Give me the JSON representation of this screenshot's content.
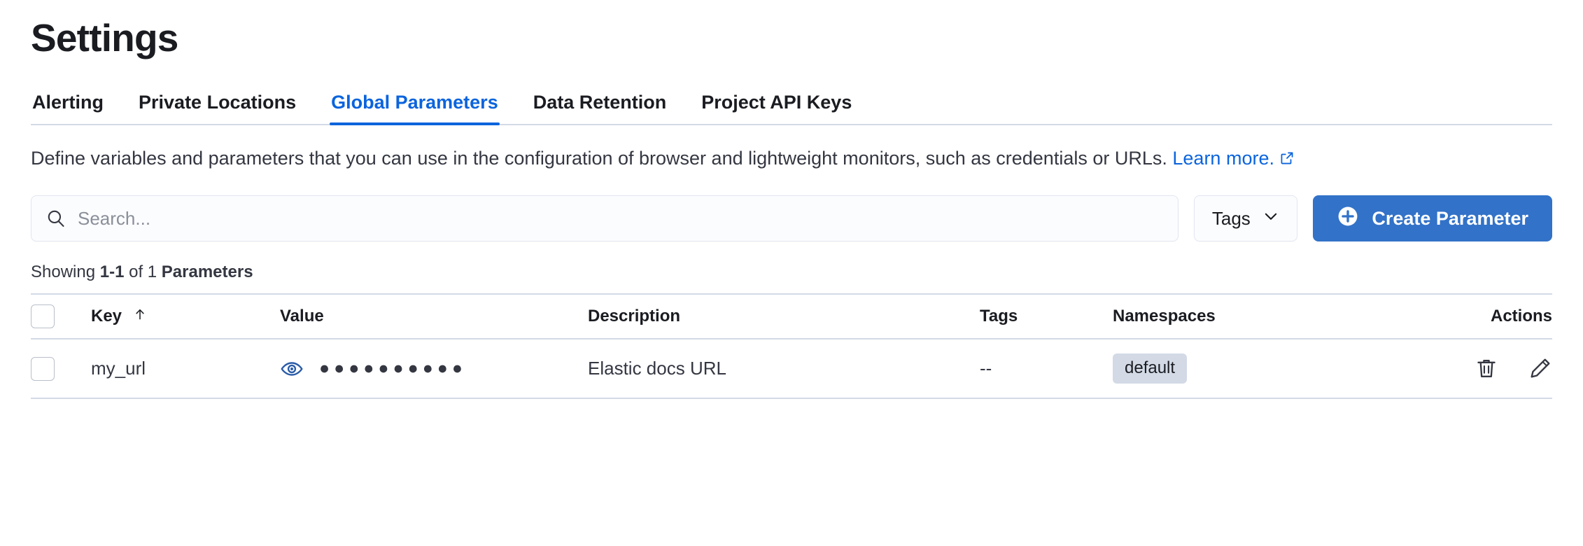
{
  "page": {
    "title": "Settings"
  },
  "tabs": [
    {
      "label": "Alerting",
      "active": false
    },
    {
      "label": "Private Locations",
      "active": false
    },
    {
      "label": "Global Parameters",
      "active": true
    },
    {
      "label": "Data Retention",
      "active": false
    },
    {
      "label": "Project API Keys",
      "active": false
    }
  ],
  "description": {
    "text": "Define variables and parameters that you can use in the configuration of browser and lightweight monitors, such as credentials or URLs.",
    "link_label": "Learn more.",
    "link_icon": "external-link-icon"
  },
  "controls": {
    "search_placeholder": "Search...",
    "search_value": "",
    "search_icon": "search-icon",
    "tags_label": "Tags",
    "tags_icon": "chevron-down-icon",
    "create_label": "Create Parameter",
    "create_icon": "plus-circle-icon"
  },
  "results": {
    "prefix": "Showing ",
    "range": "1-1",
    "middle": " of 1 ",
    "noun": "Parameters"
  },
  "table": {
    "columns": [
      {
        "key": "select",
        "label": ""
      },
      {
        "key": "key",
        "label": "Key",
        "sort": "asc",
        "sort_icon": "arrow-up-icon"
      },
      {
        "key": "value",
        "label": "Value"
      },
      {
        "key": "description",
        "label": "Description"
      },
      {
        "key": "tags",
        "label": "Tags"
      },
      {
        "key": "namespaces",
        "label": "Namespaces"
      },
      {
        "key": "actions",
        "label": "Actions"
      }
    ],
    "rows": [
      {
        "key": "my_url",
        "value_masked": "●●●●●●●●●●",
        "value_toggle_icon": "eye-icon",
        "description": "Elastic docs URL",
        "tags": "--",
        "namespace": "default",
        "actions": [
          "trash-icon",
          "pencil-icon"
        ]
      }
    ]
  },
  "colors": {
    "accent": "#0b64dd",
    "primary_button": "#3272c8",
    "text": "#343741",
    "heading": "#1a1c21",
    "border": "#d3dae6",
    "badge_bg": "#d3dae6"
  }
}
